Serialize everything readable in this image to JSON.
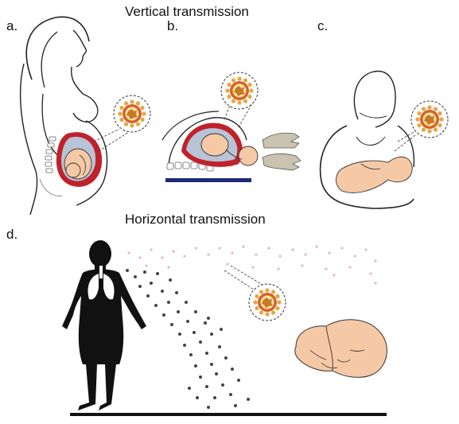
{
  "titles": {
    "vertical": "Vertical transmission",
    "horizontal": "Horizontal transmission"
  },
  "panels": {
    "a": "a.",
    "b": "b.",
    "c": "c.",
    "d": "d."
  },
  "colors": {
    "skin": "#f6c9a6",
    "uterus_red": "#c0222b",
    "membrane": "#b9c3d6",
    "virus_orange": "#e8a640",
    "virus_core": "#d8602a",
    "virus_inner": "#f4e6a0",
    "floor": "#1e2a78",
    "glove": "#c9c3b0",
    "aerosol_dark": "#444444",
    "aerosol_light": "#e8b7bf"
  }
}
